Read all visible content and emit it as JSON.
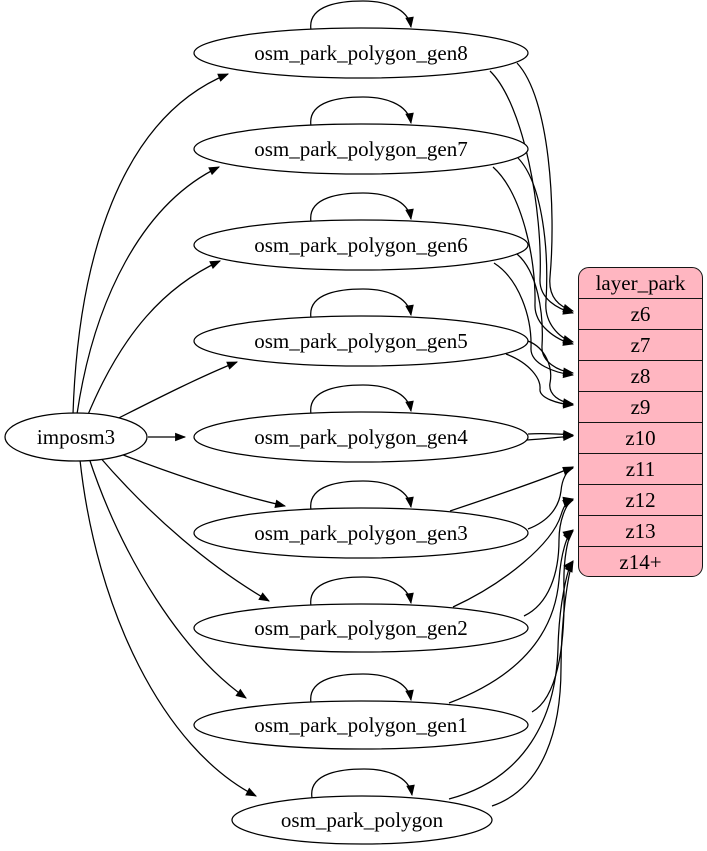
{
  "diagram": {
    "source": {
      "label": "imposm3"
    },
    "tables": [
      {
        "label": "osm_park_polygon_gen8",
        "maps_to": "z6"
      },
      {
        "label": "osm_park_polygon_gen7",
        "maps_to": "z7"
      },
      {
        "label": "osm_park_polygon_gen6",
        "maps_to": "z8"
      },
      {
        "label": "osm_park_polygon_gen5",
        "maps_to": "z9"
      },
      {
        "label": "osm_park_polygon_gen4",
        "maps_to": "z10"
      },
      {
        "label": "osm_park_polygon_gen3",
        "maps_to": "z11"
      },
      {
        "label": "osm_park_polygon_gen2",
        "maps_to": "z12"
      },
      {
        "label": "osm_park_polygon_gen1",
        "maps_to": "z13"
      },
      {
        "label": "osm_park_polygon",
        "maps_to": "z14+"
      }
    ],
    "layer_table": {
      "title": "layer_park",
      "rows": [
        "z6",
        "z7",
        "z8",
        "z9",
        "z10",
        "z11",
        "z12",
        "z13",
        "z14+"
      ]
    },
    "colors": {
      "table_fill": "#ffb6c1",
      "node_fill": "#ffffff",
      "stroke": "#000000"
    }
  }
}
